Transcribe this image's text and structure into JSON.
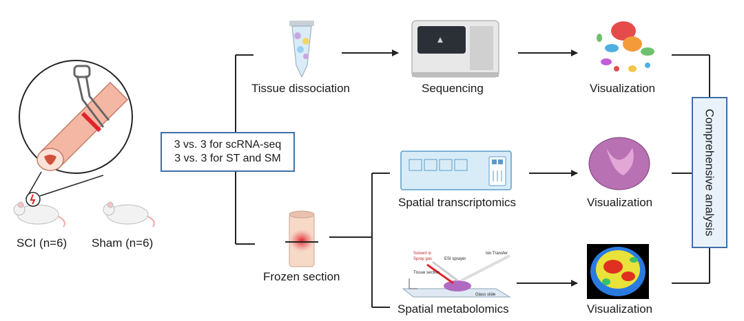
{
  "subjects": {
    "sci_label": "SCI (n=6)",
    "sham_label": "Sham (n=6)"
  },
  "groups": {
    "line1": "3 vs. 3 for scRNA-seq",
    "line2": "3 vs. 3 for ST and SM"
  },
  "steps": {
    "tissue_dissociation": "Tissue dissociation",
    "sequencing": "Sequencing",
    "frozen_section": "Frozen section",
    "spatial_transcriptomics": "Spatial transcriptomics",
    "spatial_metabolomics": "Spatial metabolomics",
    "visualization": "Visualization"
  },
  "analysis": "Comprehensive analysis",
  "maldi_labels": {
    "solvent": "Solvent in",
    "spray_gas": "Spray gas",
    "esi_sprayer": "ESI sprayer",
    "ion_transfer": "Ion Transfer",
    "tissue_section": "Tissue section",
    "glass_slide": "Glass slide"
  },
  "colors": {
    "line": "#222222",
    "box_border": "#3d6fa8",
    "box_fill": "#e9f2fb",
    "injury": "#e0242b"
  },
  "icons": [
    "mouse-icon",
    "spinal-cord-icon",
    "clamp-icon",
    "tube-icon",
    "sequencer-icon",
    "umap-plot-icon",
    "st-slide-icon",
    "he-tissue-icon",
    "frozen-section-icon",
    "desi-setup-icon",
    "heatmap-tissue-icon"
  ]
}
